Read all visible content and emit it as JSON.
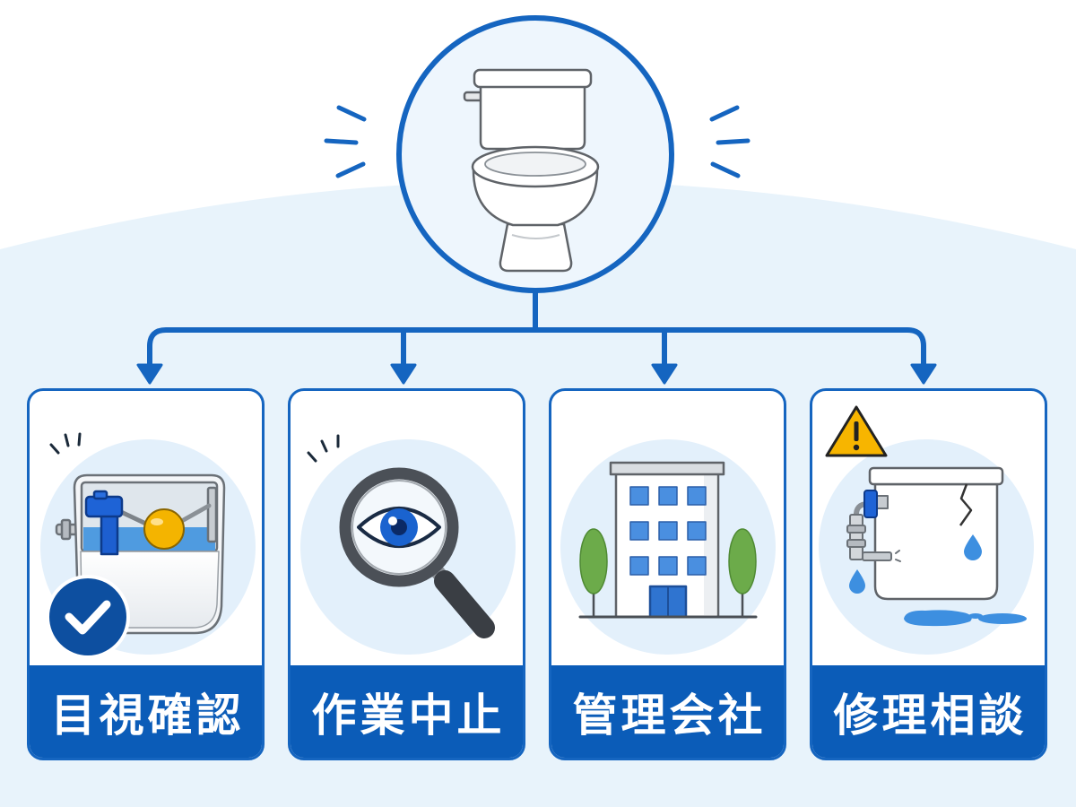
{
  "colors": {
    "accent": "#1565c0",
    "label_band": "#0b5cb8",
    "background_wash": "#e8f3fb",
    "icon_disc": "#e3f0fb"
  },
  "center": {
    "icon": "toilet-icon",
    "decoration_icon": "motion-lines-icon"
  },
  "cards": [
    {
      "label": "目視確認",
      "icon": "toilet-tank-inside-icon",
      "badge_icon": "check-circle-icon"
    },
    {
      "label": "作業中止",
      "icon": "magnifier-eye-icon"
    },
    {
      "label": "管理会社",
      "icon": "office-building-icon"
    },
    {
      "label": "修理相談",
      "icon": "leaking-tank-icon",
      "badge_icon": "warning-icon"
    }
  ]
}
